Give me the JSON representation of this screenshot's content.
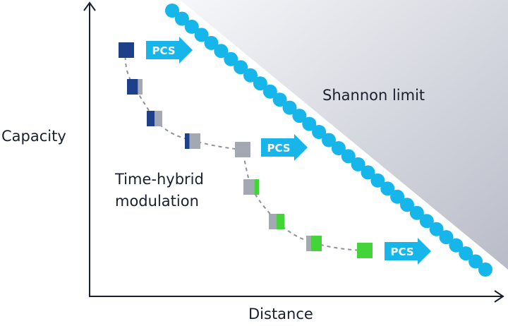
{
  "labels": {
    "y_axis": "Capacity",
    "x_axis": "Distance",
    "shannon": "Shannon limit",
    "thm_line1": "Time-hybrid",
    "thm_line2": "modulation"
  },
  "pcs_arrows": [
    {
      "label": "PCS"
    },
    {
      "label": "PCS"
    },
    {
      "label": "PCS"
    }
  ],
  "modulation_points": [
    {
      "blue": 1.0,
      "grey": 0.0,
      "green": 0.0
    },
    {
      "blue": 0.7,
      "grey": 0.3,
      "green": 0.0
    },
    {
      "blue": 0.5,
      "grey": 0.5,
      "green": 0.0
    },
    {
      "blue": 0.3,
      "grey": 0.7,
      "green": 0.0
    },
    {
      "blue": 0.0,
      "grey": 1.0,
      "green": 0.0
    },
    {
      "blue": 0.0,
      "grey": 0.7,
      "green": 0.3
    },
    {
      "blue": 0.0,
      "grey": 0.5,
      "green": 0.5
    },
    {
      "blue": 0.0,
      "grey": 0.3,
      "green": 0.7
    },
    {
      "blue": 0.0,
      "grey": 0.0,
      "green": 1.0
    }
  ],
  "colors": {
    "axis": "#1a1f2c",
    "blue": "#1d4089",
    "grey": "#a3a8b2",
    "green": "#43d43a",
    "cyan": "#16b6ea",
    "dash": "#8c919a",
    "shade": "#c9ccd6"
  }
}
